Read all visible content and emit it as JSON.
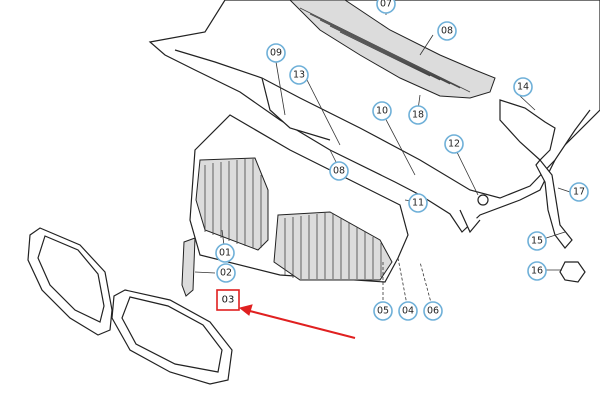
{
  "callouts": [
    {
      "id": "01",
      "label": "01"
    },
    {
      "id": "02",
      "label": "02"
    },
    {
      "id": "03",
      "label": "03"
    },
    {
      "id": "05",
      "label": "05"
    },
    {
      "id": "04",
      "label": "04"
    },
    {
      "id": "06",
      "label": "06"
    },
    {
      "id": "07",
      "label": "07"
    },
    {
      "id": "08a",
      "label": "08"
    },
    {
      "id": "08b",
      "label": "08"
    },
    {
      "id": "09",
      "label": "09"
    },
    {
      "id": "10",
      "label": "10"
    },
    {
      "id": "11",
      "label": "11"
    },
    {
      "id": "12",
      "label": "12"
    },
    {
      "id": "13",
      "label": "13"
    },
    {
      "id": "14",
      "label": "14"
    },
    {
      "id": "15",
      "label": "15"
    },
    {
      "id": "16",
      "label": "16"
    },
    {
      "id": "17",
      "label": "17"
    },
    {
      "id": "18",
      "label": "18"
    }
  ],
  "highlight": {
    "label": "03",
    "color": "#e02020"
  },
  "colors": {
    "callout_ring": "#6fb0d8",
    "highlight": "#e02020",
    "line": "#222222"
  }
}
